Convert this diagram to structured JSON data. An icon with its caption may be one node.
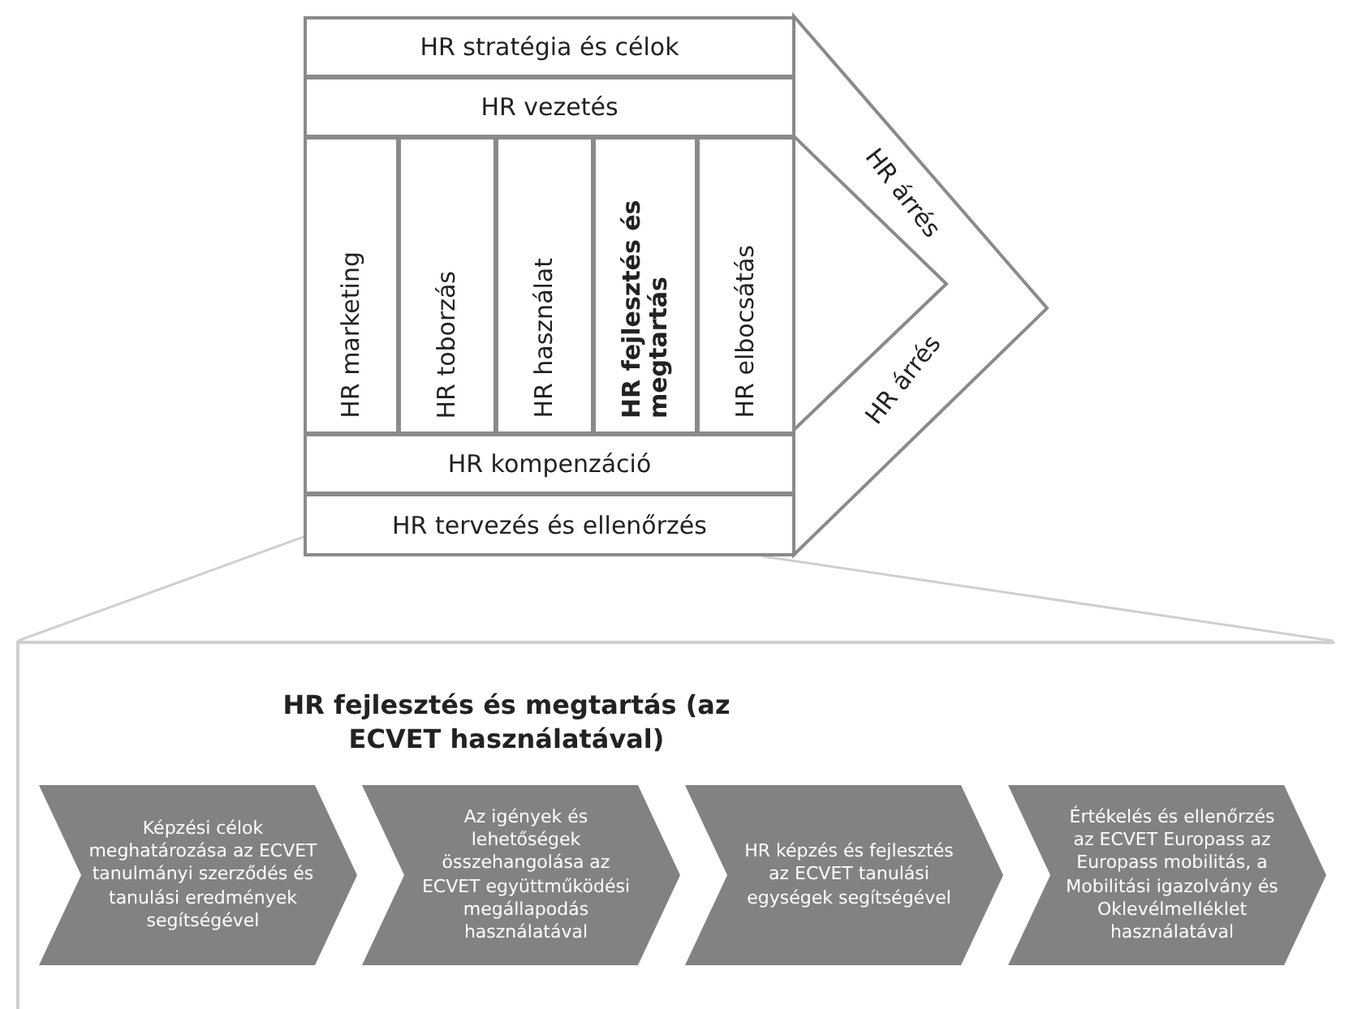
{
  "diagram": {
    "nodes": [
      {
        "text": [
          "HR stratégia és célok"
        ]
      },
      {
        "text": [
          "HR vezetés"
        ]
      },
      {
        "text": [
          "HR marketing"
        ]
      },
      {
        "text": [
          "HR toborzás"
        ]
      },
      {
        "text": [
          "HR használat"
        ]
      },
      {
        "text": [
          "HR fejlesztés és megtartás"
        ]
      },
      {
        "text": [
          "HR elbocsátás"
        ]
      },
      {
        "text": [
          "HR kompenzáció"
        ]
      },
      {
        "text": [
          "HR tervezés és ellenőrzés"
        ]
      },
      {
        "text": [
          "HR árrés",
          "HR árrés"
        ]
      },
      {
        "text": [
          "HR fejlesztés és megtartás (az ECVET használatával)"
        ]
      },
      {
        "text": [
          "Képzési célok meghatározása az ECVET tanulmányi szerződés és tanulási eredmények segítségével"
        ],
        "in": 10
      },
      {
        "text": [
          "Az igények és lehetőségek összehangolása az ECVET együttműködési megállapodás használatával"
        ],
        "in": 10
      },
      {
        "text": [
          "HR képzés és fejlesztés az ECVET tanulási egységek segítségével"
        ],
        "in": 10
      },
      {
        "text": [
          "Értékelés és ellenőrzés az ECVET Europass az Europass mobilitás, a Mobilitási igazolvány és Oklevélmelléklet használatával"
        ],
        "in": 10
      }
    ],
    "edges": [
      {
        "from": 8,
        "to": 10,
        "arrow": "none"
      },
      {
        "from": 8,
        "to": 10,
        "arrow": "none"
      }
    ]
  }
}
